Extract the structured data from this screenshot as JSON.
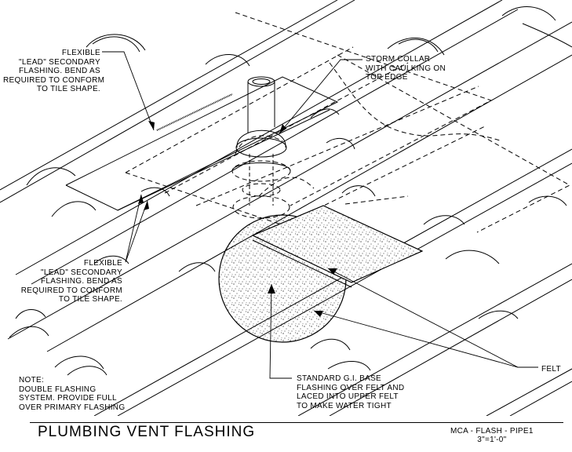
{
  "labels": {
    "lead_flashing_top": "FLEXIBLE\n\"LEAD\" SECONDARY\nFLASHING. BEND AS\nREQUIRED TO CONFORM\nTO TILE SHAPE.",
    "lead_flashing_mid": "FLEXIBLE\n\"LEAD\" SECONDARY\nFLASHING. BEND AS\nREQUIRED TO CONFORM\nTO TILE SHAPE.",
    "storm_collar": "STORM COLLAR\nWITH CAULKING ON\nTOP EDGE",
    "felt": "FELT",
    "base_flashing": "STANDARD G.I. BASE\nFLASHING OVER FELT AND\nLACED INTO UPPER FELT\nTO MAKE WATER TIGHT",
    "note": "NOTE:\nDOUBLE FLASHING\nSYSTEM. PROVIDE FULL\nOVER PRIMARY FLASHING"
  },
  "title_block": {
    "title": "PLUMBING VENT FLASHING",
    "reference": "MCA - FLASH - PIPE1\n3\"=1'-0\""
  }
}
